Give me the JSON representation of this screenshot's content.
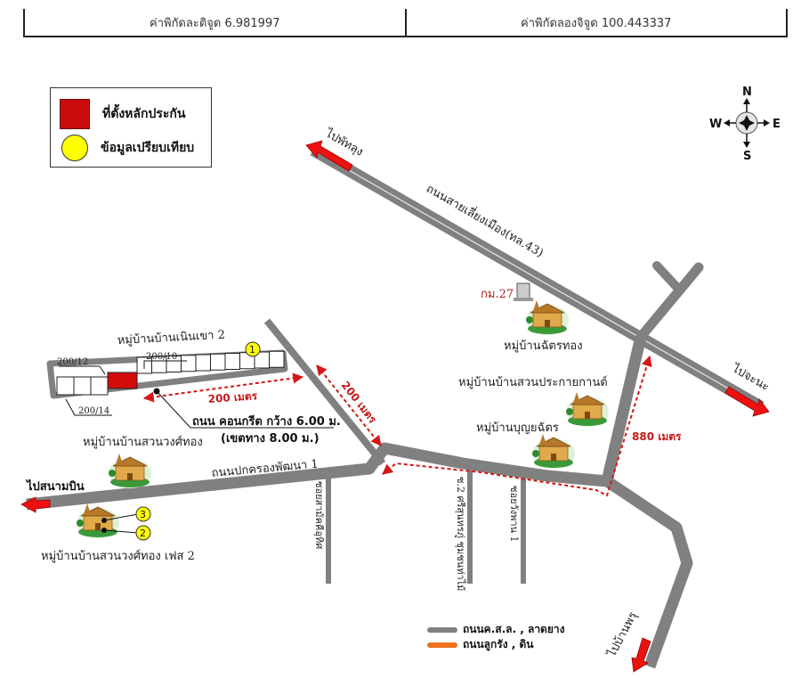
{
  "coordinates": {
    "latitude_label": "ค่าพิกัดละติจูด 6.981997",
    "longitude_label": "ค่าพิกัดลองจิจูด 100.443337"
  },
  "legend": {
    "items": [
      {
        "label": "ที่ตั้งหลักประกัน",
        "symbol": "red-square-icon",
        "color": "#d40c0c"
      },
      {
        "label": "ข้อมูลเปรียบเทียบ",
        "symbol": "yellow-circle-icon",
        "color": "#ffff00"
      }
    ]
  },
  "compass": {
    "n": "N",
    "s": "S",
    "e": "E",
    "w": "W"
  },
  "roads": {
    "main_highway": "ถนนสายเลี่ยงเมือง(ทล.43)",
    "to_phatthalung": "ไปพัทลุง",
    "to_chana": "ไปจะนะ",
    "to_airport": "ไปสนามบิน",
    "to_ban_phru": "ไปบ้านพรุ",
    "pokkrong": "ถนนปกครองพัฒนา 1",
    "soi_1": "ซอยสามัคคีอุทิศ",
    "soi_2": "ซ.2 ศรีสุนทรภู่ ชุมชนท่าไม้",
    "soi_3": "ซอยวังพาน 1"
  },
  "landmarks": {
    "km_marker": "กม.27",
    "village_chattong": "หมู่บ้านฉัตรทอง",
    "village_suanprakai": "หมู่บ้านบ้านสวนประกายกานต์",
    "village_boonchat": "หมู่บ้านบุญยฉัตร",
    "village_suanwong": "หมู่บ้านบ้านสวนวงศ์ทอง",
    "village_suanwong_2": "หมู่บ้านบ้านสวนวงศ์ทอง เฟส 2",
    "village_noenkhao": "หมู่บ้านบ้านเนินเขา 2"
  },
  "plots": {
    "plot_a": "200/12",
    "plot_b": "200/10",
    "plot_c": "200/14"
  },
  "distances": {
    "d1": "200 เมตร",
    "d2": "200 เมตร",
    "d3": "880 เมตร"
  },
  "road_note": {
    "line1": "ถนน คอนกรีต กว้าง 6.00 ม.",
    "line2": "(เขตทาง 8.00 ม.)"
  },
  "comparables": [
    "1",
    "2",
    "3"
  ],
  "road_legend": {
    "items": [
      {
        "label": "ถนนค.ส.ล. , ลาดยาง",
        "color": "#808080"
      },
      {
        "label": "ถนนลูกรัง , ดิน",
        "color": "#f07020"
      }
    ]
  }
}
